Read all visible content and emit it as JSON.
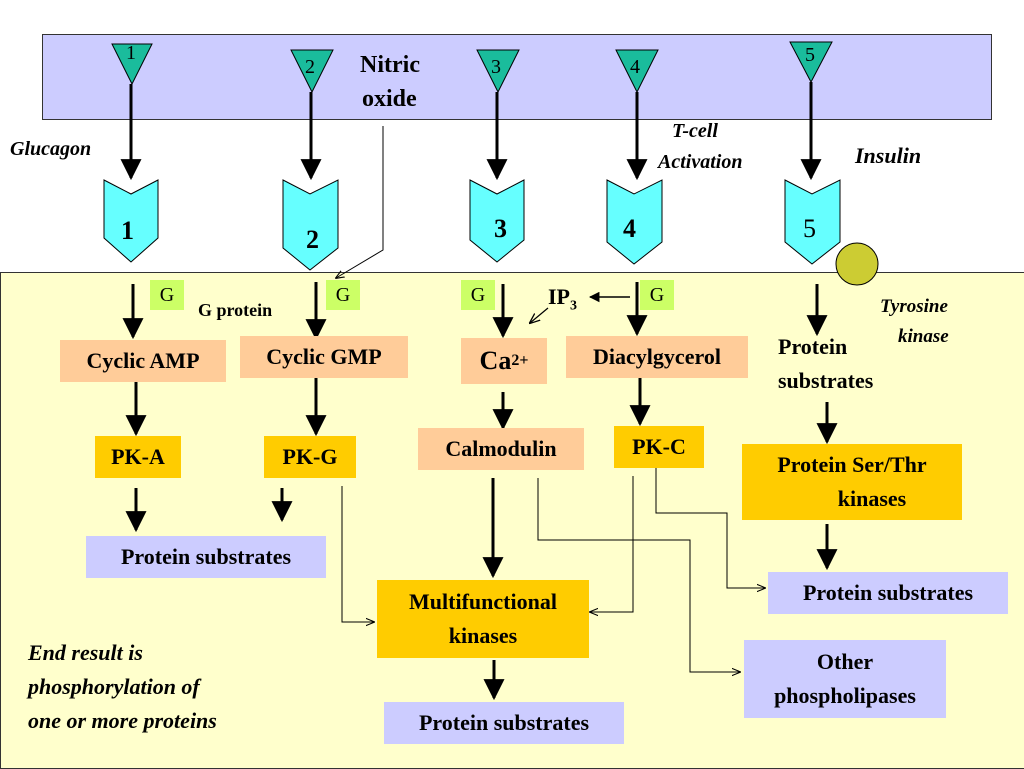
{
  "receptor_labels": [
    "1",
    "2",
    "3",
    "4",
    "5"
  ],
  "receptor_numbers": [
    "1",
    "2",
    "3",
    "4",
    "5"
  ],
  "ligands": {
    "glucagon": "Glucagon",
    "nitric_oxide_line1": "Nitric",
    "nitric_oxide_line2": "oxide",
    "tcell_line1": "T-cell",
    "tcell_line2": "Activation",
    "insulin": "Insulin"
  },
  "g_label": "G",
  "g_protein_label": "G protein",
  "ip3_base": "IP",
  "ip3_sub": "3",
  "tyrosine_kinase_line1": "Tyrosine",
  "tyrosine_kinase_line2": "kinase",
  "second_messengers": {
    "camp": "Cyclic AMP",
    "cgmp": "Cyclic GMP",
    "ca_base": "Ca",
    "ca_sup": "2+",
    "dag": "Diacylgycerol",
    "protein_substrates_line1": "Protein",
    "protein_substrates_line2": "substrates"
  },
  "kinases": {
    "pka": "PK-A",
    "pkg": "PK-G",
    "calmodulin": "Calmodulin",
    "pkc": "PK-C",
    "ser_thr_line1": "Protein Ser/Thr",
    "ser_thr_line2": "kinases",
    "multifunctional_line1": "Multifunctional",
    "multifunctional_line2": "kinases"
  },
  "outputs": {
    "protein_substrates_left": "Protein substrates",
    "protein_substrates_right": "Protein substrates",
    "protein_substrates_bottom": "Protein substrates",
    "other_phospholipases_line1": "Other",
    "other_phospholipases_line2": "phospholipases"
  },
  "end_result": [
    "End result is",
    "phosphorylation of",
    "one or more proteins"
  ],
  "colors": {
    "membrane": "#ccccff",
    "cytoplasm": "#ffffcc",
    "receptor_triangle": "#1abc9c",
    "receptor_body": "#66ffff",
    "messenger_box": "#ffcc99",
    "kinase_box": "#ffcc00",
    "substrate_box": "#ccccff",
    "g_box": "#ccff66",
    "tyrosine_kinase_circle": "#cccc33"
  }
}
